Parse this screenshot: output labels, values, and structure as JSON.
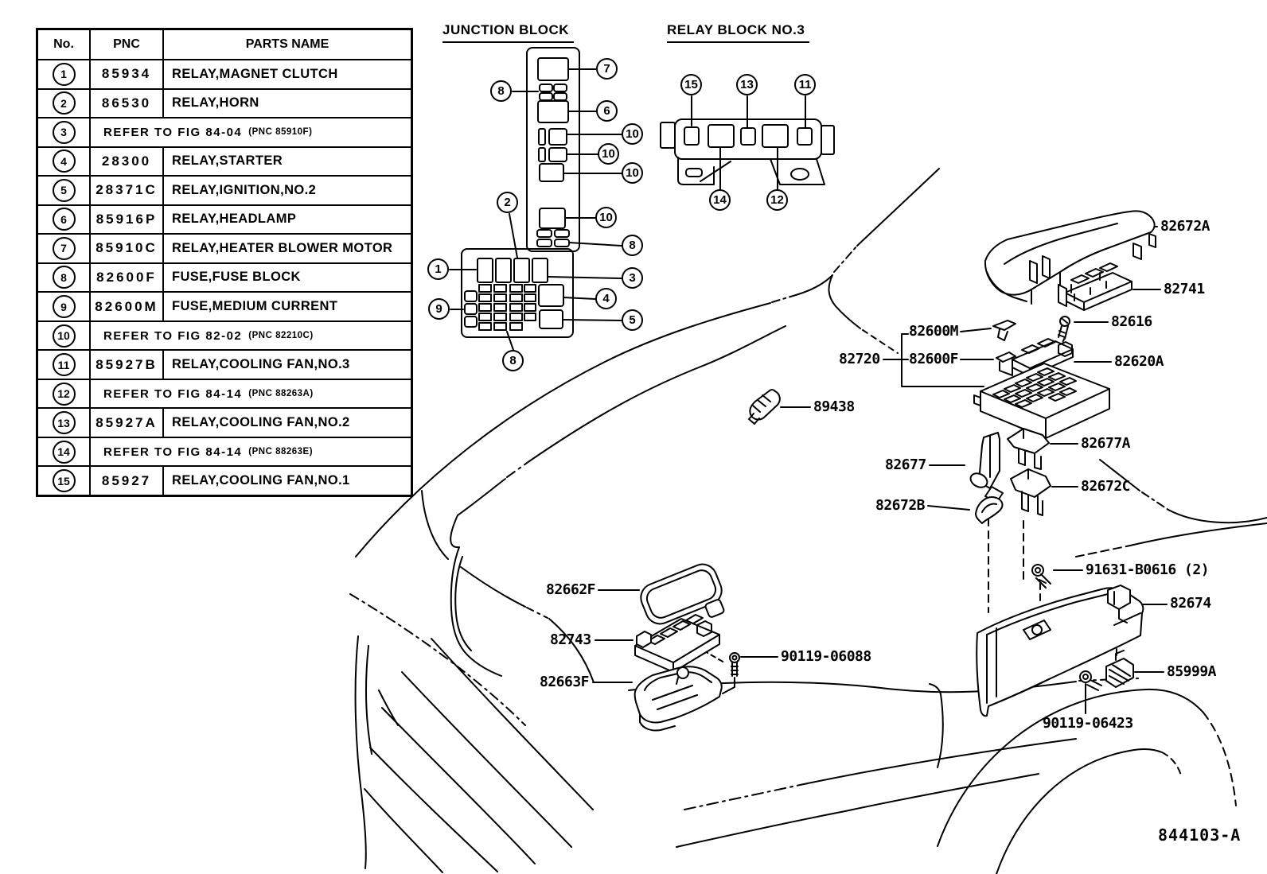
{
  "figure_code": "844103-A",
  "table": {
    "headers": {
      "no": "No.",
      "pnc": "PNC",
      "name": "PARTS NAME"
    },
    "rows": [
      {
        "no": "1",
        "pnc": "85934",
        "name": "RELAY,MAGNET CLUTCH"
      },
      {
        "no": "2",
        "pnc": "86530",
        "name": "RELAY,HORN"
      },
      {
        "no": "3",
        "refer": "REFER TO FIG 84-04",
        "refer_pnc": "(PNC 85910F)"
      },
      {
        "no": "4",
        "pnc": "28300",
        "name": "RELAY,STARTER"
      },
      {
        "no": "5",
        "pnc": "28371C",
        "name": "RELAY,IGNITION,NO.2"
      },
      {
        "no": "6",
        "pnc": "85916P",
        "name": "RELAY,HEADLAMP"
      },
      {
        "no": "7",
        "pnc": "85910C",
        "name": "RELAY,HEATER BLOWER MOTOR"
      },
      {
        "no": "8",
        "pnc": "82600F",
        "name": "FUSE,FUSE BLOCK"
      },
      {
        "no": "9",
        "pnc": "82600M",
        "name": "FUSE,MEDIUM CURRENT"
      },
      {
        "no": "10",
        "refer": "REFER TO FIG 82-02",
        "refer_pnc": "(PNC 82210C)"
      },
      {
        "no": "11",
        "pnc": "85927B",
        "name": "RELAY,COOLING FAN,NO.3"
      },
      {
        "no": "12",
        "refer": "REFER TO FIG 84-14",
        "refer_pnc": "(PNC 88263A)"
      },
      {
        "no": "13",
        "pnc": "85927A",
        "name": "RELAY,COOLING FAN,NO.2"
      },
      {
        "no": "14",
        "refer": "REFER TO FIG 84-14",
        "refer_pnc": "(PNC 88263E)"
      },
      {
        "no": "15",
        "pnc": "85927",
        "name": "RELAY,COOLING FAN,NO.1"
      }
    ]
  },
  "junction_block": {
    "title": "JUNCTION BLOCK"
  },
  "relay_block": {
    "title": "RELAY BLOCK NO.3"
  },
  "callouts": {
    "jb": [
      "7",
      "8",
      "6",
      "10",
      "10",
      "10",
      "2",
      "10",
      "8",
      "1",
      "3",
      "9",
      "4",
      "5",
      "8"
    ],
    "rb": [
      "15",
      "13",
      "11",
      "14",
      "12"
    ]
  },
  "labels": {
    "82672A": "82672A",
    "82741": "82741",
    "82616": "82616",
    "82620A": "82620A",
    "82600M": "82600M",
    "82600F": "82600F",
    "82720": "82720",
    "89438": "89438",
    "82677A": "82677A",
    "82677": "82677",
    "82672C": "82672C",
    "82672B": "82672B",
    "91631": "91631-B0616 (2)",
    "82674": "82674",
    "85999A": "85999A",
    "82662F": "82662F",
    "82743": "82743",
    "90119_06088": "90119-06088",
    "82663F": "82663F",
    "90119_06423": "90119-06423"
  },
  "colors": {
    "ink": "#000000",
    "paper": "#ffffff"
  }
}
